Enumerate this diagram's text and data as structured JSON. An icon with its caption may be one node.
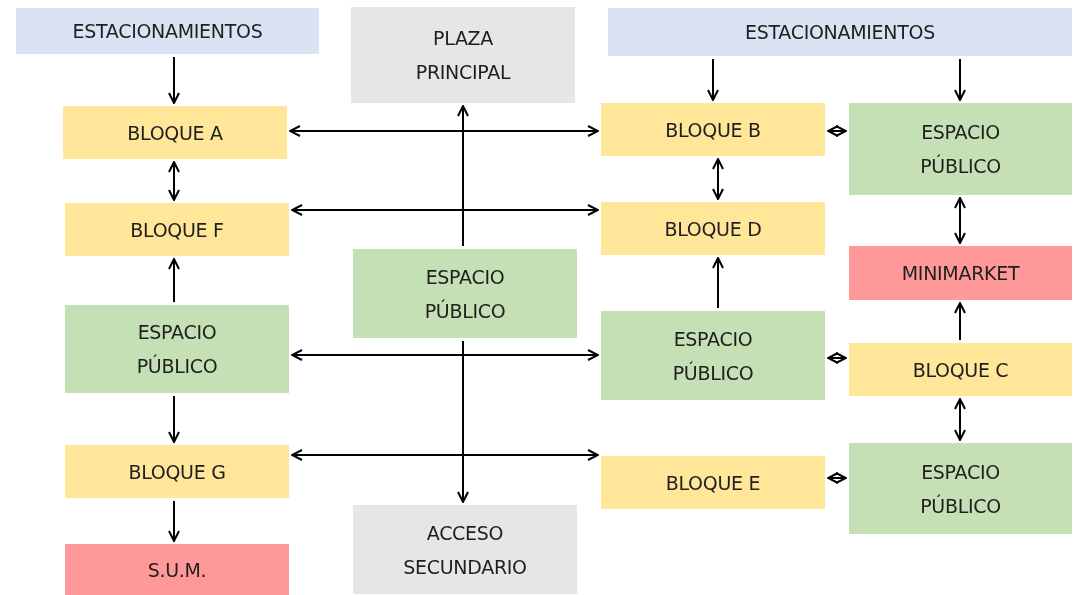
{
  "diagram": {
    "nodes": [
      {
        "text": [
          "ESTACIONAMIENTOS"
        ]
      },
      {
        "text": [
          "PLAZA PRINCIPAL"
        ]
      },
      {
        "text": [
          "ESTACIONAMIENTOS"
        ]
      },
      {
        "text": [
          "BLOQUE A"
        ]
      },
      {
        "text": [
          "BLOQUE B"
        ]
      },
      {
        "text": [
          "ESPACIO PÚBLICO"
        ]
      },
      {
        "text": [
          "BLOQUE F"
        ]
      },
      {
        "text": [
          "BLOQUE D"
        ]
      },
      {
        "text": [
          "ESPACIO PÚBLICO"
        ]
      },
      {
        "text": [
          "MINIMARKET"
        ]
      },
      {
        "text": [
          "ESPACIO PÚBLICO"
        ]
      },
      {
        "text": [
          "ESPACIO PÚBLICO"
        ]
      },
      {
        "text": [
          "BLOQUE C"
        ]
      },
      {
        "text": [
          "BLOQUE G"
        ]
      },
      {
        "text": [
          "BLOQUE E"
        ]
      },
      {
        "text": [
          "ESPACIO PÚBLICO"
        ]
      },
      {
        "text": [
          "S.U.M."
        ]
      },
      {
        "text": [
          "ACCESO SECUNDARIO"
        ]
      }
    ],
    "edges": [
      {
        "from": 0,
        "to": 3,
        "arrow": "to"
      },
      {
        "from": 2,
        "to": 4,
        "arrow": "to"
      },
      {
        "from": 2,
        "to": 5,
        "arrow": "to"
      },
      {
        "from": 3,
        "to": 4,
        "arrow": "both"
      },
      {
        "from": 3,
        "to": 6,
        "arrow": "both"
      },
      {
        "from": 4,
        "to": 5,
        "arrow": "both"
      },
      {
        "from": 4,
        "to": 7,
        "arrow": "both"
      },
      {
        "from": 6,
        "to": 7,
        "arrow": "both"
      },
      {
        "from": 8,
        "to": 1,
        "arrow": "to"
      },
      {
        "from": 10,
        "to": 6,
        "arrow": "to"
      },
      {
        "from": 11,
        "to": 7,
        "arrow": "to"
      },
      {
        "from": 5,
        "to": 9,
        "arrow": "both"
      },
      {
        "from": 12,
        "to": 9,
        "arrow": "to"
      },
      {
        "from": 10,
        "to": 11,
        "arrow": "both"
      },
      {
        "from": 11,
        "to": 12,
        "arrow": "both"
      },
      {
        "from": 8,
        "to": 17,
        "arrow": "to"
      },
      {
        "from": 10,
        "to": 13,
        "arrow": "to"
      },
      {
        "from": 13,
        "to": 14,
        "arrow": "both"
      },
      {
        "from": 12,
        "to": 15,
        "arrow": "both"
      },
      {
        "from": 14,
        "to": 15,
        "arrow": "both"
      },
      {
        "from": 13,
        "to": 16,
        "arrow": "to"
      }
    ]
  }
}
